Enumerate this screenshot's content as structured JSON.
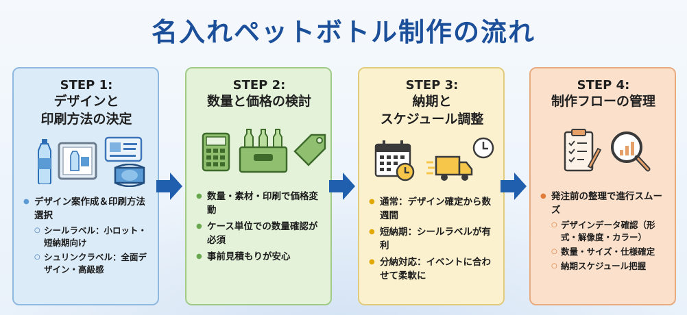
{
  "title": "名入れペットボトル制作の流れ",
  "steps": [
    {
      "step": "STEP 1:",
      "title_lines": [
        "デザインと",
        "印刷方法の決定"
      ],
      "icons": [
        "bottle-icon",
        "label-print-icon",
        "label-card-icon",
        "shrink-label-icon"
      ],
      "bullets": [
        {
          "text": "デザイン案作成＆印刷方法選択",
          "sub": [
            "シールラベル：小ロット・短納期向け",
            "シュリンクラベル：全面デザイン・高級感"
          ]
        }
      ]
    },
    {
      "step": "STEP 2:",
      "title_lines": [
        "数量と価格の検討"
      ],
      "icons": [
        "calculator-icon",
        "bottle-case-icon",
        "price-tag-icon"
      ],
      "bullets": [
        {
          "text": "数量・素材・印刷で価格変動"
        },
        {
          "text": "ケース単位での数量確認が必須"
        },
        {
          "text": "事前見積もりが安心"
        }
      ]
    },
    {
      "step": "STEP 3:",
      "title_lines": [
        "納期と",
        "スケジュール調整"
      ],
      "icons": [
        "calendar-icon",
        "delivery-truck-icon",
        "clock-icon"
      ],
      "bullets": [
        {
          "text": "通常：デザイン確定から数週間"
        },
        {
          "text": "短納期：シールラベルが有利"
        },
        {
          "text": "分納対応：イベントに合わせて柔軟に"
        }
      ]
    },
    {
      "step": "STEP 4:",
      "title_lines": [
        "制作フローの管理"
      ],
      "icons": [
        "checklist-clipboard-icon",
        "magnifier-chart-icon"
      ],
      "bullets": [
        {
          "text": "発注前の整理で進行スムーズ",
          "sub": [
            "デザインデータ確認（形式・解像度・カラー）",
            "数量・サイズ・仕様確定",
            "納期スケジュール把握"
          ]
        }
      ]
    }
  ],
  "colors": {
    "title": "#1b4f9a",
    "arrow": "#1f5fae",
    "step1_bg": "#dcebf8",
    "step2_bg": "#e3f2d9",
    "step3_bg": "#fbf1cf",
    "step4_bg": "#fbe1cc"
  }
}
